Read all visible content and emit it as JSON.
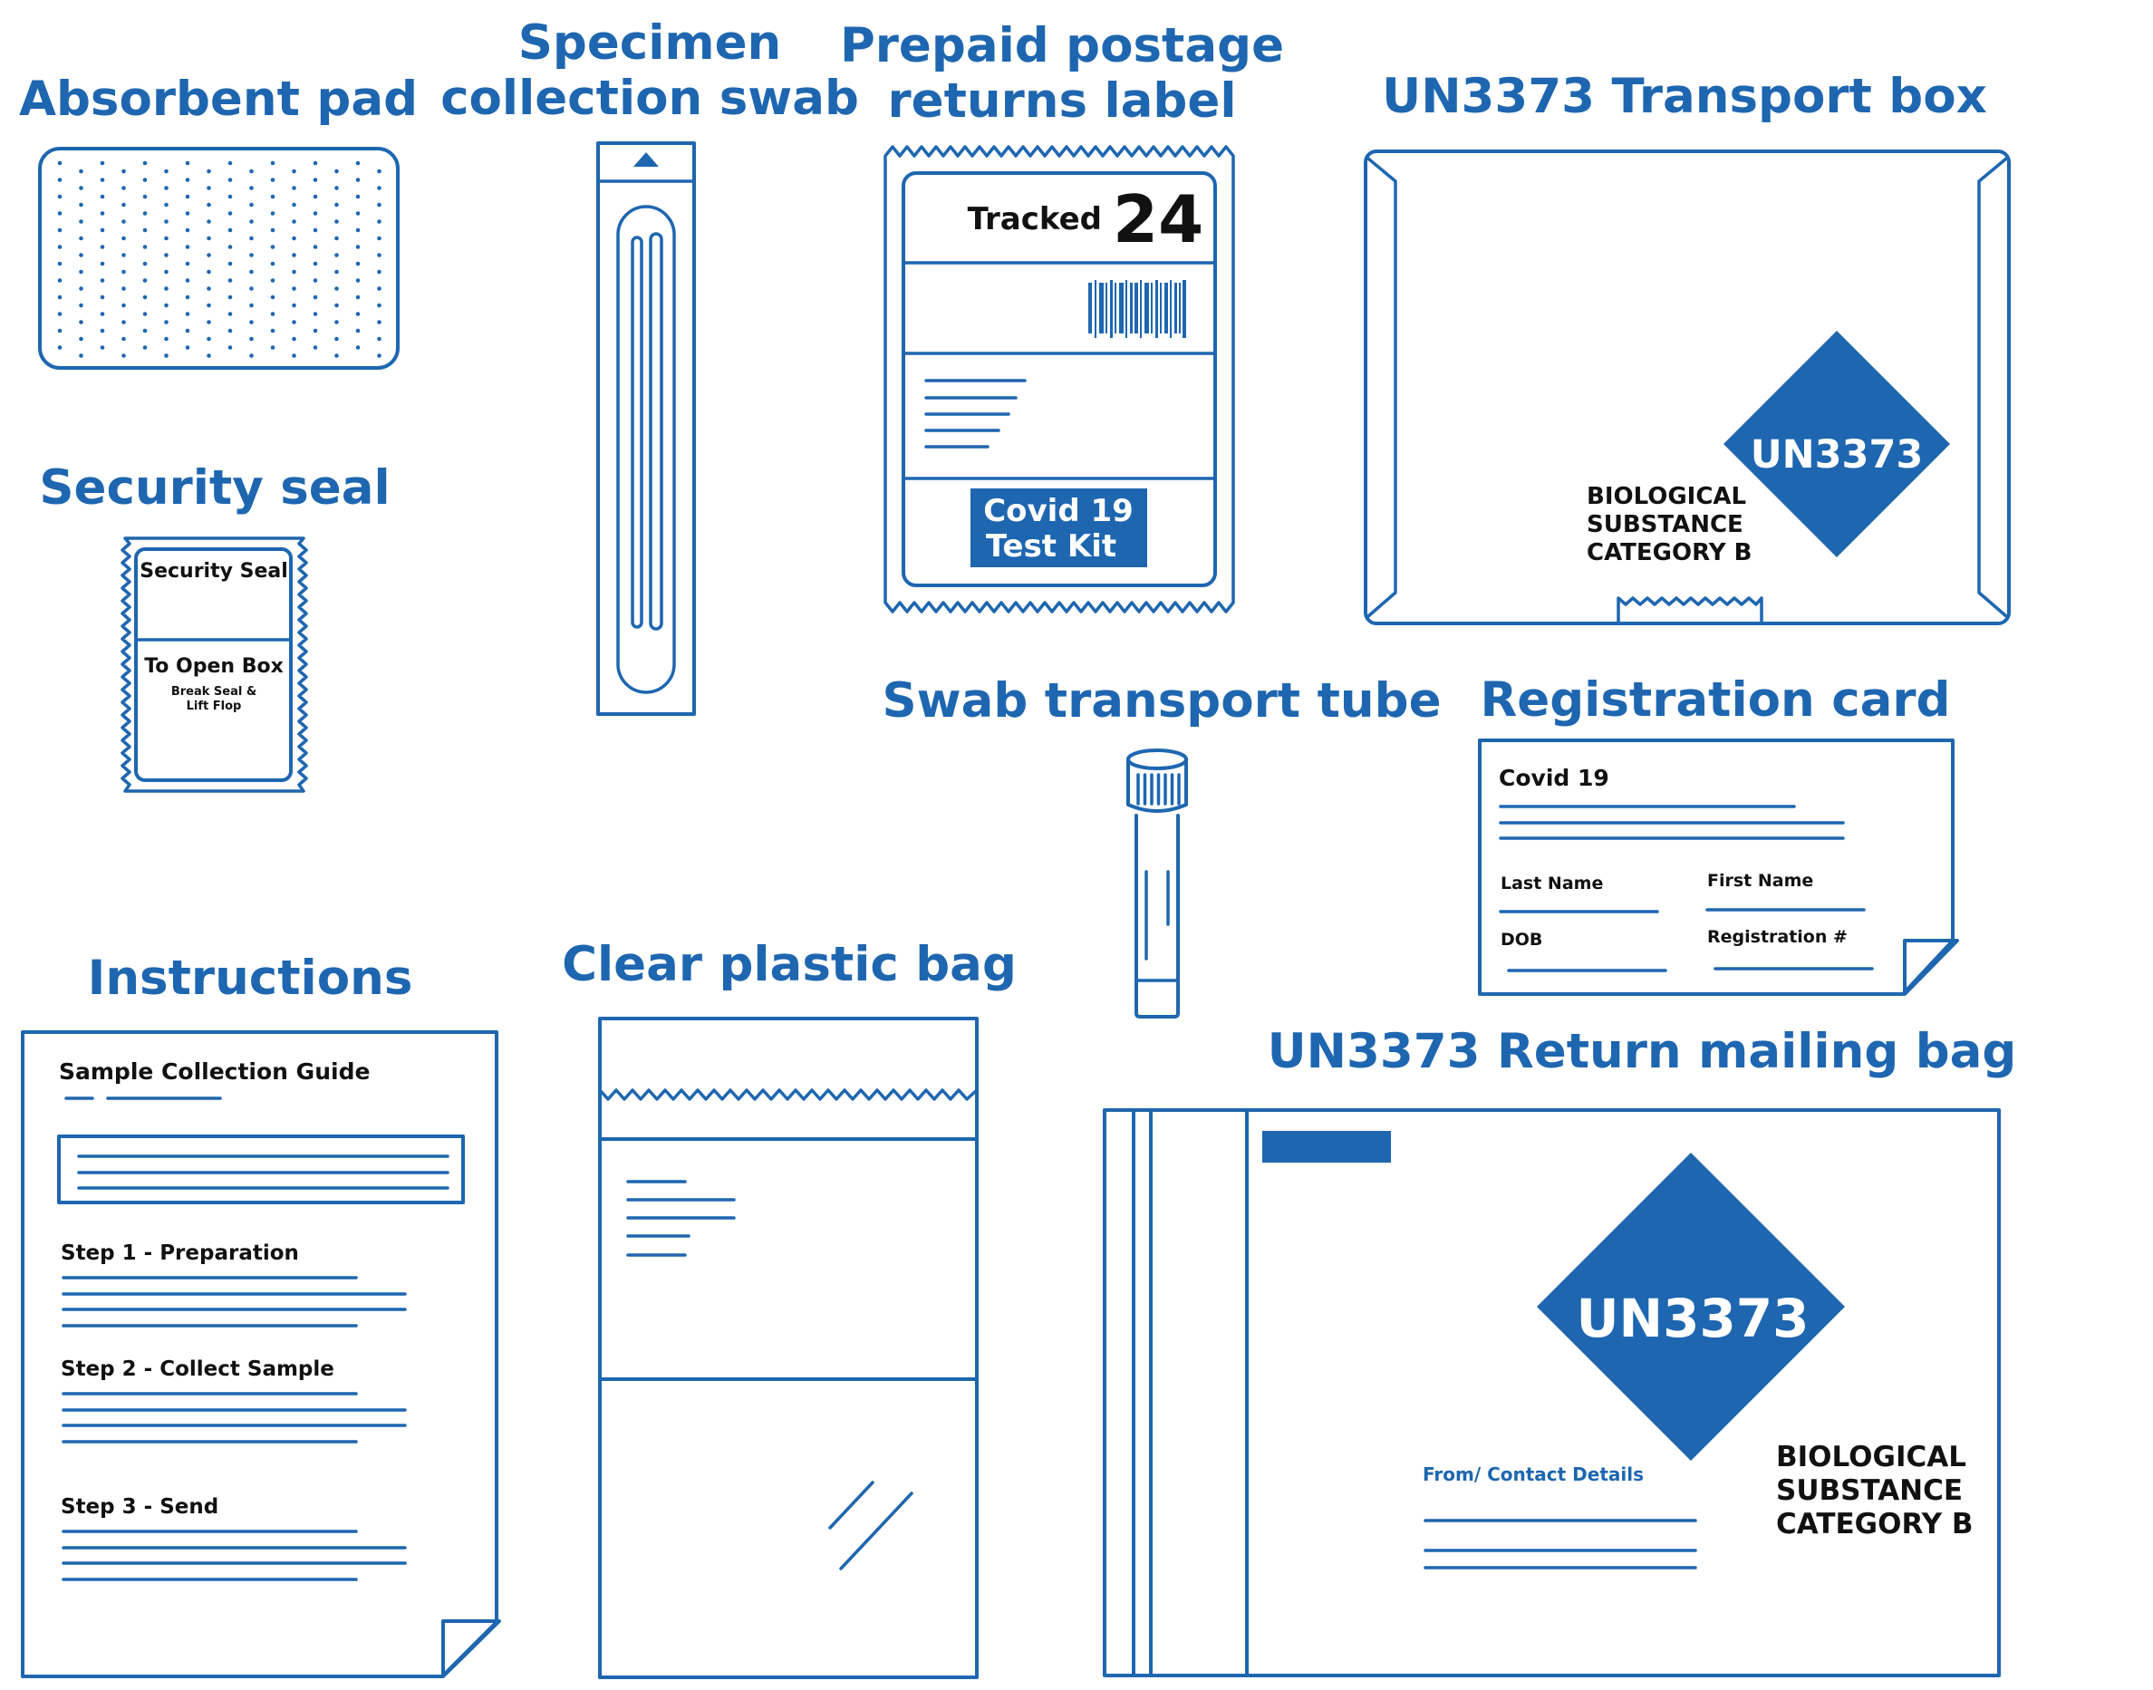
{
  "titles": {
    "absorbent_pad": "Absorbent pad",
    "swab_line1": "Specimen",
    "swab_line2": "collection swab",
    "label_line1": "Prepaid postage",
    "label_line2": "returns label",
    "transport_box": "UN3373 Transport box",
    "security_seal": "Security seal",
    "tube": "Swab transport tube",
    "registration_card": "Registration card",
    "instructions": "Instructions",
    "plastic_bag": "Clear plastic bag",
    "mailing_bag": "UN3373 Return mailing bag"
  },
  "postage_label": {
    "tracked": "Tracked",
    "number": "24",
    "kit_line1": "Covid 19",
    "kit_line2": "Test Kit"
  },
  "transport_box": {
    "un_code": "UN3373",
    "bio_line1": "BIOLOGICAL",
    "bio_line2": "SUBSTANCE",
    "bio_line3": "CATEGORY B"
  },
  "security_seal": {
    "heading": "Security Seal",
    "open": "To Open Box",
    "sub1": "Break Seal &",
    "sub2": "Lift Flop"
  },
  "registration_card": {
    "heading": "Covid 19",
    "last_name": "Last Name",
    "first_name": "First Name",
    "dob": "DOB",
    "registration": "Registration #"
  },
  "instructions": {
    "heading": "Sample Collection Guide",
    "step1": "Step 1 - Preparation",
    "step2": "Step 2 - Collect Sample",
    "step3": "Step 3 - Send"
  },
  "mailing_bag": {
    "un_code": "UN3373",
    "from": "From/ Contact Details",
    "bio_line1": "BIOLOGICAL",
    "bio_line2": "SUBSTANCE",
    "bio_line3": "CATEGORY B"
  },
  "colors": {
    "brand_blue": "#1e66b0",
    "text_dark": "#111111"
  }
}
